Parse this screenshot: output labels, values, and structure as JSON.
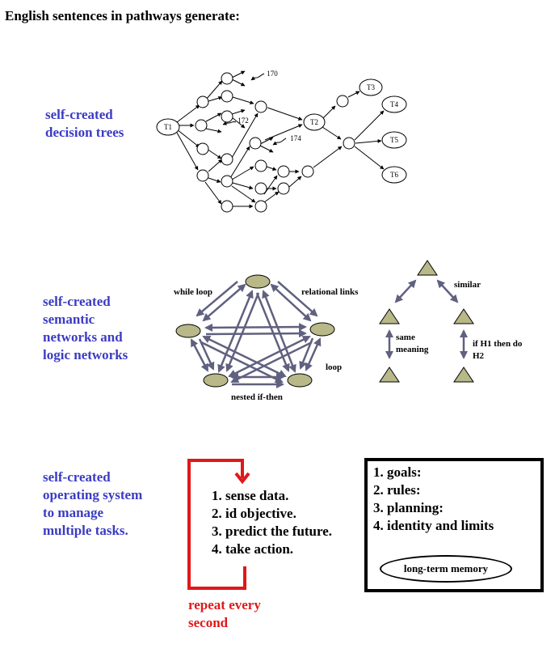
{
  "title": "English sentences in pathways generate:",
  "sections": {
    "trees": {
      "label": [
        "self-created",
        "decision trees"
      ]
    },
    "networks": {
      "label": [
        "self-created",
        "semantic",
        "networks and",
        "logic networks"
      ]
    },
    "os": {
      "label": [
        "self-created",
        "operating system",
        "to manage",
        "multiple tasks."
      ]
    }
  },
  "tree_diagram": {
    "nodes": {
      "T1": "T1",
      "T2": "T2",
      "T3": "T3",
      "T4": "T4",
      "T5": "T5",
      "T6": "T6"
    },
    "callouts": {
      "a": "170",
      "b": "172",
      "c": "174"
    }
  },
  "semantic_network": {
    "labels": {
      "while_loop": "while loop",
      "relational_links": "relational links",
      "loop": "loop",
      "nested_if_then": "nested if-then"
    }
  },
  "triangle_network": {
    "labels": {
      "similar": "similar",
      "same_meaning": [
        "same",
        "meaning"
      ],
      "if_then": [
        "if H1  then do",
        "H2"
      ]
    }
  },
  "steps": [
    "1.  sense data.",
    "2.  id objective.",
    "3.  predict the future.",
    "4.  take action."
  ],
  "repeat_label": [
    "repeat every",
    "second"
  ],
  "memory_box": {
    "items": [
      "1. goals:",
      "2. rules:",
      "3. planning:",
      "4. identity and limits"
    ],
    "ellipse_label": "long-term memory"
  },
  "colors": {
    "label_blue": "#3b3bc4",
    "arrow_gray": "#606080",
    "node_fill": "#b8b888",
    "loop_red": "#e01818"
  }
}
